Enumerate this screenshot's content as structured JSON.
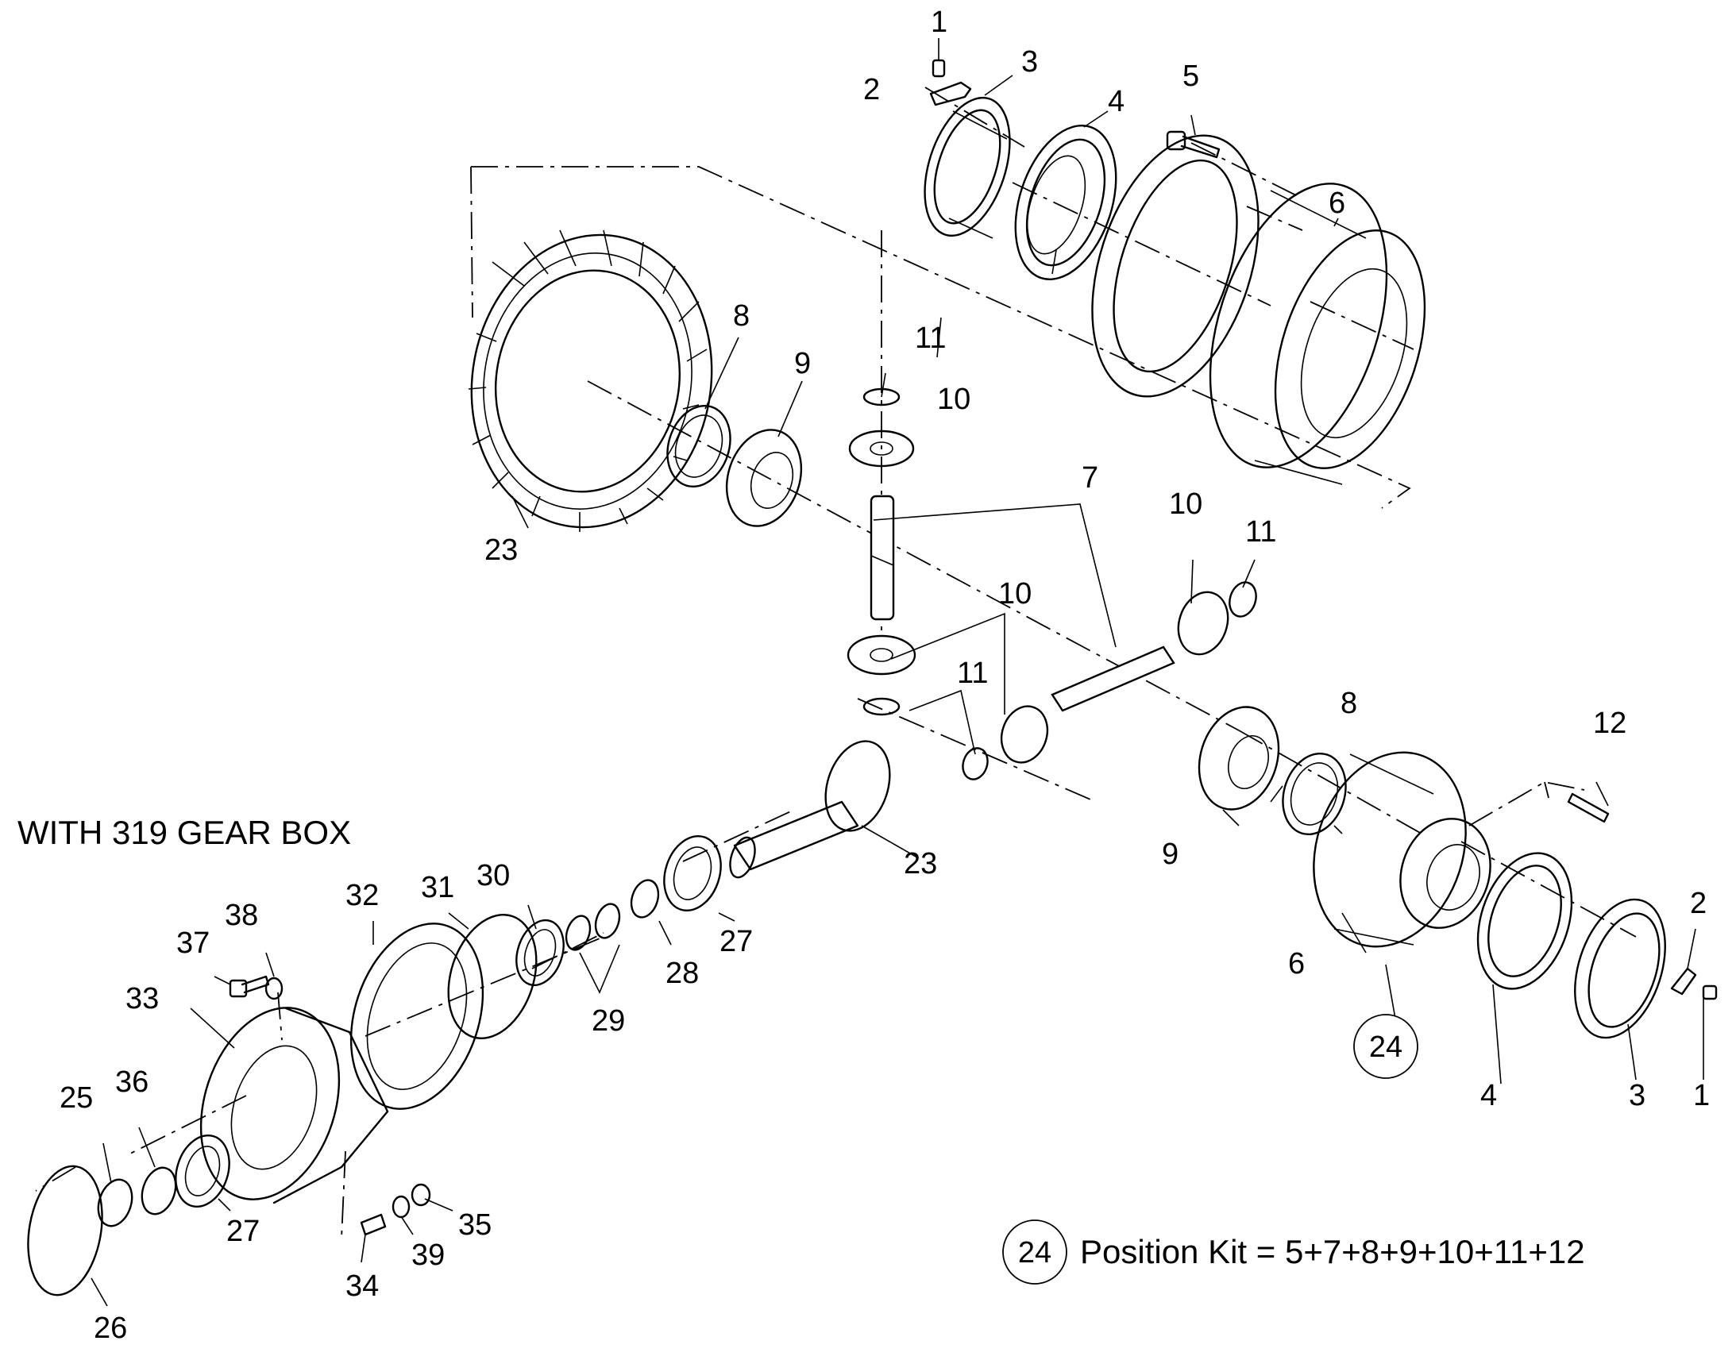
{
  "variant_label": "WITH 319 GEAR BOX",
  "kit_note": {
    "ref": "24",
    "text": "Position Kit = 5+7+8+9+10+11+12"
  },
  "callouts": {
    "c1_top": "1",
    "c2_top": "2",
    "c3_top": "3",
    "c4_top": "4",
    "c5": "5",
    "c6_top": "6",
    "c7": "7",
    "c8_top": "8",
    "c9_top": "9",
    "c10_top": "10",
    "c11_top": "11",
    "c10_right": "10",
    "c11_right": "11",
    "c10_mid": "10",
    "c11_mid": "11",
    "c23_top": "23",
    "c12": "12",
    "c8_right": "8",
    "c9_right": "9",
    "c23_mid": "23",
    "c6_right": "6",
    "c24": "24",
    "c2_right": "2",
    "c1_right": "1",
    "c3_right": "3",
    "c4_right": "4",
    "c27_mid": "27",
    "c28": "28",
    "c29": "29",
    "c30": "30",
    "c31": "31",
    "c32": "32",
    "c33": "33",
    "c37": "37",
    "c38": "38",
    "c25": "25",
    "c36": "36",
    "c27_low": "27",
    "c26": "26",
    "c34": "34",
    "c39": "39",
    "c35": "35"
  }
}
